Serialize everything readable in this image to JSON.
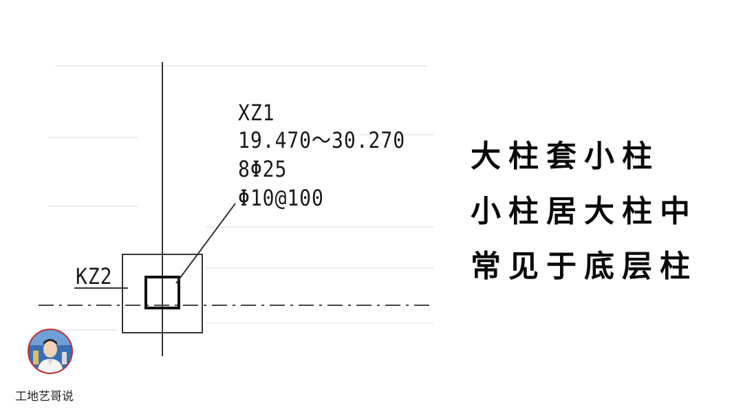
{
  "drawing": {
    "label_xz1": "XZ1",
    "label_range": "19.470～30.270",
    "label_rebar": "8Φ25",
    "label_stirrup": "Φ10@100",
    "label_kz2": "KZ2"
  },
  "slogan": {
    "line1": "大柱套小柱",
    "line2": "小柱居大柱中",
    "line3": "常见于底层柱"
  },
  "author": {
    "name": "工地艺哥说"
  }
}
